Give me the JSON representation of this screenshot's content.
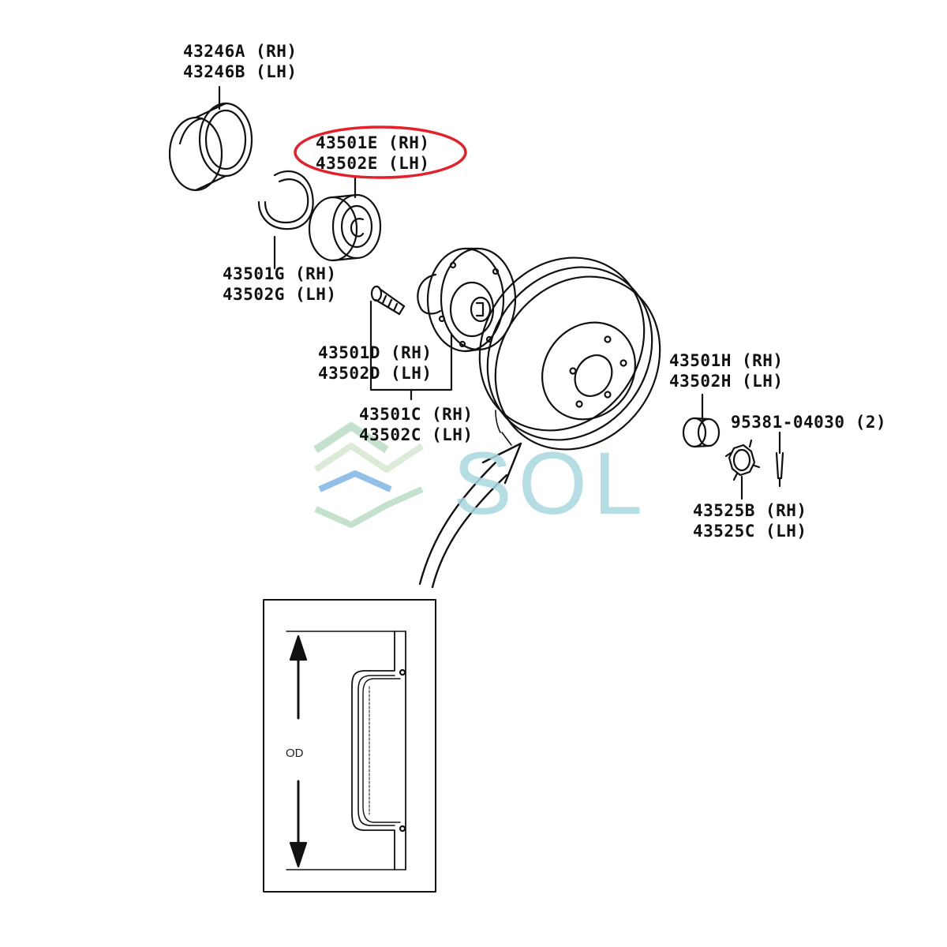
{
  "colors": {
    "line": "#111111",
    "highlight": "#e4202a",
    "watermark_text": "#a9d8e0",
    "watermark_green": "#b9dcc4",
    "watermark_blue": "#7fb6e6"
  },
  "icons": [
    "watermark-logo-icon"
  ],
  "parts": {
    "bearing_outer_race": {
      "rh": "43246A (RH)",
      "lh": "43246B (LH)"
    },
    "hub_bearing": {
      "rh": "43501E (RH)",
      "lh": "43502E (LH)",
      "highlighted": true
    },
    "snap_ring": {
      "rh": "43501G (RH)",
      "lh": "43502G (LH)"
    },
    "hub_bolt": {
      "rh": "43501D (RH)",
      "lh": "43502D (LH)"
    },
    "axle_hub": {
      "rh": "43501C (RH)",
      "lh": "43502C (LH)"
    },
    "grease_cap": {
      "rh": "43501H (RH)",
      "lh": "43502H (LH)"
    },
    "cotter_pin": {
      "code": "95381-04030 (2)"
    },
    "lock_nut_cap": {
      "rh": "43525B (RH)",
      "lh": "43525C (LH)"
    }
  },
  "detail": {
    "od_label": "OD"
  },
  "watermark": {
    "text": "SOL"
  }
}
